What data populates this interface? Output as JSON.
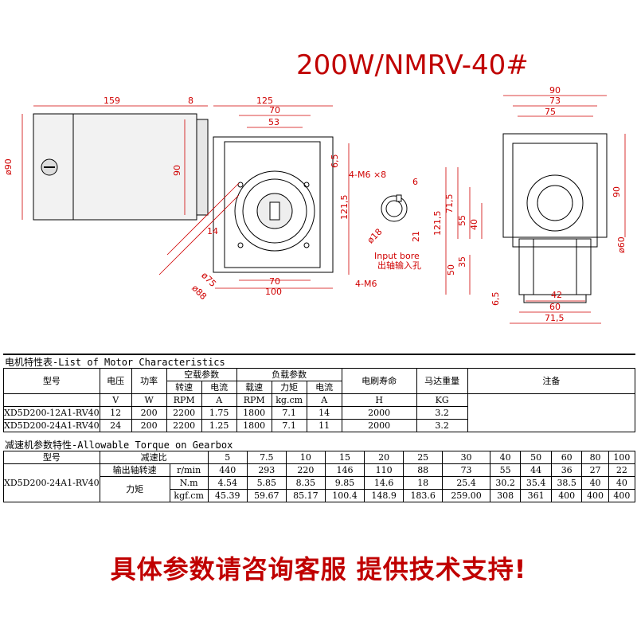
{
  "title": "200W/NMRV-40#",
  "drawing": {
    "dims_left": {
      "d159": "159",
      "d8": "8",
      "d125": "125",
      "d70top": "70",
      "d53": "53",
      "dia90": "ø90",
      "d90": "90",
      "d6_5": "6,5",
      "d4m6x8": "4-M6 ×8",
      "d121_5": "121,5",
      "d14": "14",
      "dia75": "ø75",
      "dia88": "ø88",
      "d70bot": "70",
      "d100": "100",
      "d4m6": "4-M6"
    },
    "dims_bore": {
      "d6": "6",
      "d21": "21",
      "dia18": "ø18",
      "input_bore": "Input bore",
      "input_bore_cn": "出轴输入孔"
    },
    "dims_right": {
      "d90top": "90",
      "d73": "73",
      "d75": "75",
      "d90side": "90",
      "d71_5": "71,5",
      "d55": "55",
      "d40": "40",
      "d121_5": "121,5",
      "dia60": "ø60",
      "d35": "35",
      "d50": "50",
      "d6_5": "6,5",
      "d42": "42",
      "d60": "60",
      "d71_5b": "71,5"
    }
  },
  "motor_table": {
    "label": "电机特性表-List of Motor Characteristics",
    "header1": {
      "model": "型号",
      "voltage": "电压",
      "power": "功率",
      "noload": "空载参数",
      "load": "负载参数",
      "life": "电刷寿命",
      "weight": "马达重量",
      "note": "注备"
    },
    "header2": {
      "speed": "转速",
      "current": "电流",
      "lspeed": "载速",
      "torque": "力矩",
      "lcurrent": "电流"
    },
    "units": {
      "v": "V",
      "w": "W",
      "rpm": "RPM",
      "a": "A",
      "rpm2": "RPM",
      "kgcm": "kg.cm",
      "a2": "A",
      "h": "H",
      "kg": "KG"
    },
    "rows": [
      {
        "model": "XD5D200-12A1-RV40",
        "v": "12",
        "w": "200",
        "rpm": "2200",
        "a": "1.75",
        "lrpm": "1800",
        "t": "7.1",
        "la": "14",
        "h": "2000",
        "kg": "3.2"
      },
      {
        "model": "XD5D200-24A1-RV40",
        "v": "24",
        "w": "200",
        "rpm": "2200",
        "a": "1.25",
        "lrpm": "1800",
        "t": "7.1",
        "la": "11",
        "h": "2000",
        "kg": "3.2"
      }
    ]
  },
  "gear_table": {
    "label": "减速机参数特性-Allowable Torque on Gearbox",
    "model_header": "型号",
    "ratio_label": "减速比",
    "speed_label": "输出轴转速",
    "speed_unit": "r/min",
    "torque_label": "力矩",
    "nm_unit": "N.m",
    "kgf_unit": "kgf.cm",
    "model": "XD5D200-24A1-RV40",
    "ratios": [
      "5",
      "7.5",
      "10",
      "15",
      "20",
      "25",
      "30",
      "40",
      "50",
      "60",
      "80",
      "100"
    ],
    "speeds": [
      "440",
      "293",
      "220",
      "146",
      "110",
      "88",
      "73",
      "55",
      "44",
      "36",
      "27",
      "22"
    ],
    "nm": [
      "4.54",
      "5.85",
      "8.35",
      "9.85",
      "14.6",
      "18",
      "25.4",
      "30.2",
      "35.4",
      "38.5",
      "40",
      "40"
    ],
    "kgf": [
      "45.39",
      "59.67",
      "85.17",
      "100.4",
      "148.9",
      "183.6",
      "259.00",
      "308",
      "361",
      "400",
      "400",
      "400"
    ]
  },
  "footer": "具体参数请咨询客服  提供技术支持!"
}
